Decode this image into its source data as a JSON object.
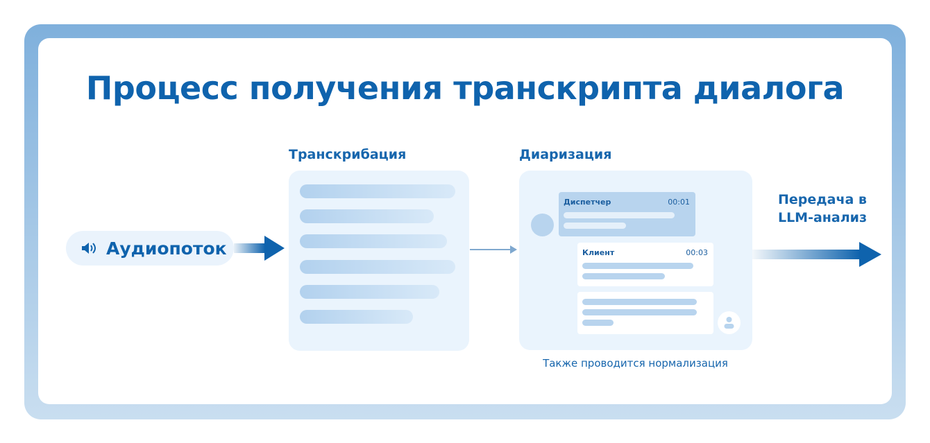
{
  "title": "Процесс получения транскрипта диалога",
  "input": {
    "label": "Аудиопоток",
    "icon": "speaker-icon"
  },
  "transcription": {
    "label": "Транскрибация"
  },
  "diarization": {
    "label": "Диаризация",
    "messages": [
      {
        "speaker": "Диспетчер",
        "time": "00:01"
      },
      {
        "speaker": "Клиент",
        "time": "00:03"
      }
    ],
    "caption": "Также проводится нормализация"
  },
  "output": {
    "line1": "Передача в",
    "line2": "LLM-анализ"
  },
  "colors": {
    "primary": "#0f63ad",
    "panel": "#eaf4fd",
    "frame": "#7fb0dc"
  }
}
